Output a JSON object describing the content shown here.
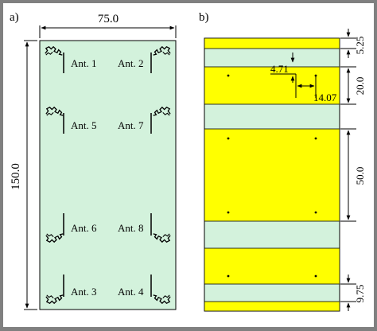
{
  "figure": {
    "panel_a": {
      "label": "a)",
      "width_dim": "75.0",
      "height_dim": "150.0",
      "antennas": [
        "Ant. 1",
        "Ant. 2",
        "Ant. 5",
        "Ant. 7",
        "Ant. 6",
        "Ant. 8",
        "Ant. 3",
        "Ant. 4"
      ]
    },
    "panel_b": {
      "label": "b)",
      "dims": [
        "5.25",
        "20.0",
        "50.0",
        "9.75",
        "4.71",
        "14.07"
      ]
    },
    "colors": {
      "substrate": "#d3f2dc",
      "metal": "#ffff00",
      "background": "#808080"
    },
    "icons": [
      "meander-antenna-icon",
      "via-dot-icon"
    ]
  }
}
